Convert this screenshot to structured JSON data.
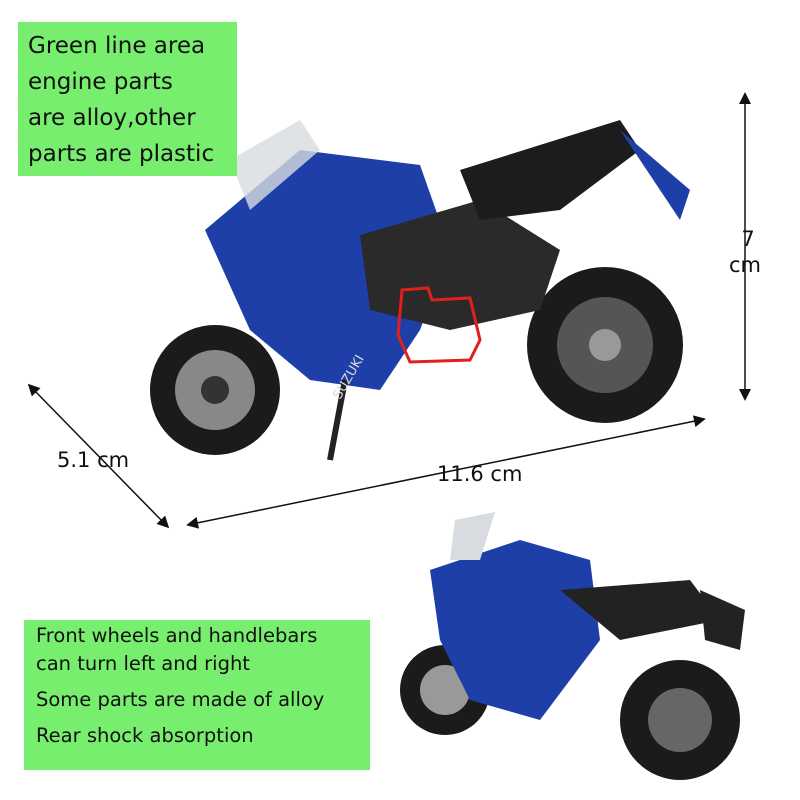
{
  "top_note": {
    "lines": [
      "Green line area",
      "engine parts",
      "are alloy,other",
      "parts are plastic"
    ]
  },
  "bottom_note": {
    "lines": [
      "Front wheels and handlebars",
      "can turn left and right",
      "Some parts are made of alloy",
      "Rear shock absorption"
    ]
  },
  "dimensions": {
    "height_value": "7",
    "height_unit": "cm",
    "width": "5.1 cm",
    "length": "11.6 cm"
  },
  "brand_on_fairing": "SUZUKI",
  "colors": {
    "label_bg": "#77ee6e",
    "bike_blue": "#1f3fa8",
    "engine_outline": "#e0201c"
  }
}
